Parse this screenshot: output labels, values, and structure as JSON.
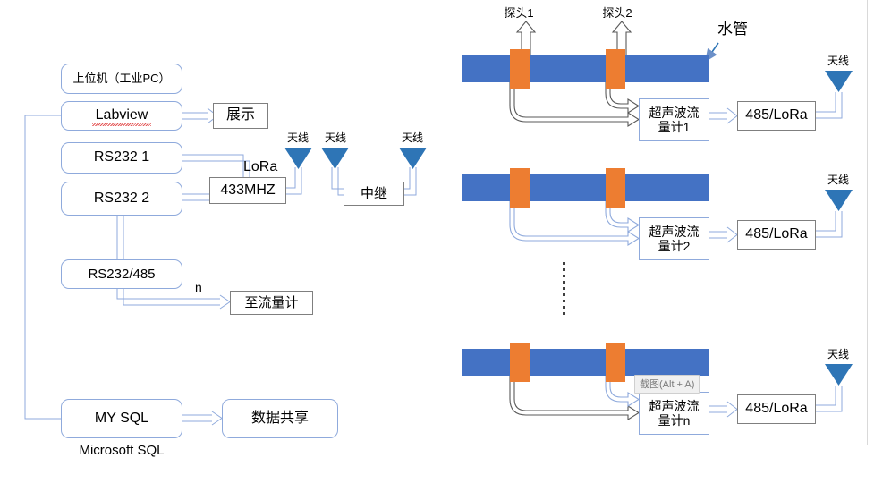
{
  "meta": {
    "title": "Ultrasonic flowmeter LoRa acquisition system diagram",
    "colors": {
      "pipe_blue": "#4472C4",
      "probe_orange": "#ED7D31",
      "box_outline_blue": "#8FAADC",
      "box_outline_gray": "#7F7F7F",
      "connector_blue": "#8FAADC",
      "connector_gray": "#595959",
      "antenna_fill": "#2E75B6",
      "tooltip_bg": "#F0F0F0",
      "tooltip_text": "#7A7A7A",
      "spellcheck_underline": "#E03B3B"
    }
  },
  "left_panel": {
    "host": {
      "title": "上位机（工业PC）",
      "labview": "Labview",
      "rs232_1": "RS232 1",
      "rs232_2": "RS232 2",
      "rs232_485": "RS232/485"
    },
    "display_box": "展示",
    "lora_label": "LoRa",
    "freq_box": "433MHZ",
    "antenna_label": "天线",
    "relay_box": "中继",
    "n_label": "n",
    "to_flowmeter_box": "至流量计",
    "mysql_box": "MY SQL",
    "mysql_caption": "Microsoft SQL",
    "data_share_box": "数据共享"
  },
  "right_panel": {
    "probe1_label": "探头1",
    "probe2_label": "探头2",
    "pipe_label": "水管",
    "antenna_label": "天线",
    "lora_module": "485/LoRa",
    "tooltip": "截图(Alt + A)",
    "rows": [
      {
        "flowmeter": "超声波流\n量计1",
        "antenna": "天线",
        "module": "485/LoRa"
      },
      {
        "flowmeter": "超声波流\n量计2",
        "antenna": "天线",
        "module": "485/LoRa"
      },
      {
        "flowmeter": "超声波流\n量计n",
        "antenna": "天线",
        "module": "485/LoRa"
      }
    ],
    "ellipsis_dots": 9
  },
  "icons": {
    "antenna": "antenna-triangle-icon",
    "probe_arrow": "probe-up-arrow-icon",
    "pipe_pointer": "pipe-callout-arrow-icon",
    "flow_arrow": "block-arrow-icon",
    "ellipsis": "vertical-ellipsis-icon"
  }
}
